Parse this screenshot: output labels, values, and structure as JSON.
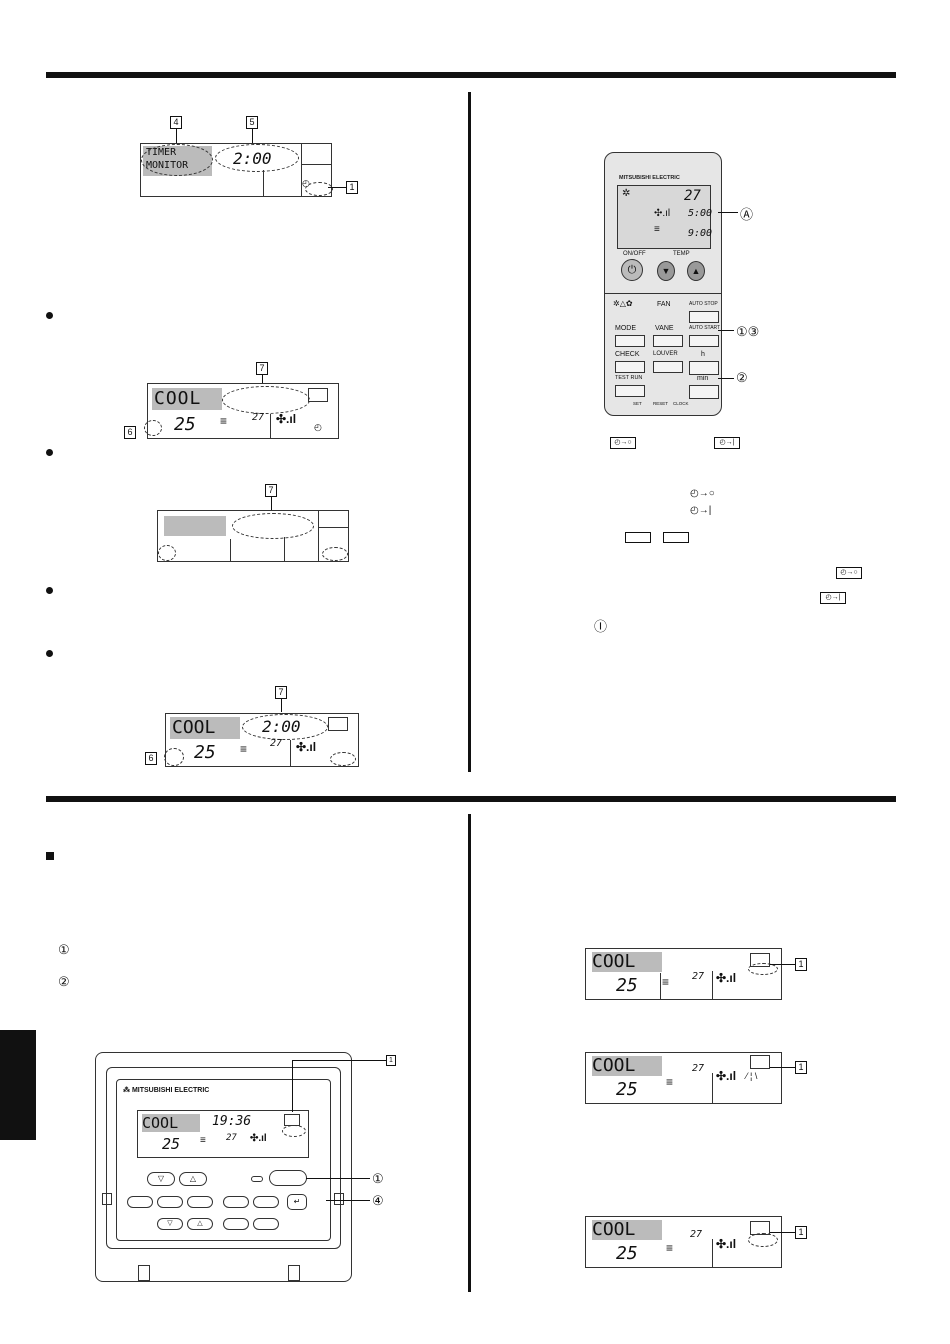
{
  "callouts": {
    "n1": "1",
    "n4": "4",
    "n5": "5",
    "n6": "6",
    "n7": "7",
    "circ_a": "Ⓐ",
    "circ_1": "①",
    "circ_2": "②",
    "circ_13": "①③",
    "circ_4": "④"
  },
  "lcd": {
    "timer_monitor_line1": "TIMER",
    "timer_monitor_line2": "MONITOR",
    "timer_value": "2:00",
    "mode": "COOL",
    "set_temp": "25",
    "room_temp": "27",
    "clock": "19:36"
  },
  "wireless_remote": {
    "brand": "MITSUBISHI ELECTRIC",
    "display_temp": "27",
    "display_time1": "5:00",
    "display_time2": "9:00",
    "onoff_label": "ON/OFF",
    "temp_label": "TEMP",
    "fan_label": "FAN",
    "mode_label": "MODE",
    "vane_label": "VANE",
    "check_label": "CHECK",
    "louver_label": "LOUVER",
    "test_run_label": "TEST RUN",
    "auto_stop_label": "AUTO STOP",
    "auto_start_label": "AUTO START",
    "h_label": "h",
    "min_label": "min",
    "set_label": "SET",
    "reset_label": "RESET",
    "clock_label": "CLOCK"
  },
  "wired_remote": {
    "brand": "MITSUBISHI ELECTRIC"
  },
  "left_list_markers": {
    "m1": "①",
    "m2": "②"
  },
  "right_text_markers": {
    "power": "Ⓘ"
  },
  "side_tab": ""
}
